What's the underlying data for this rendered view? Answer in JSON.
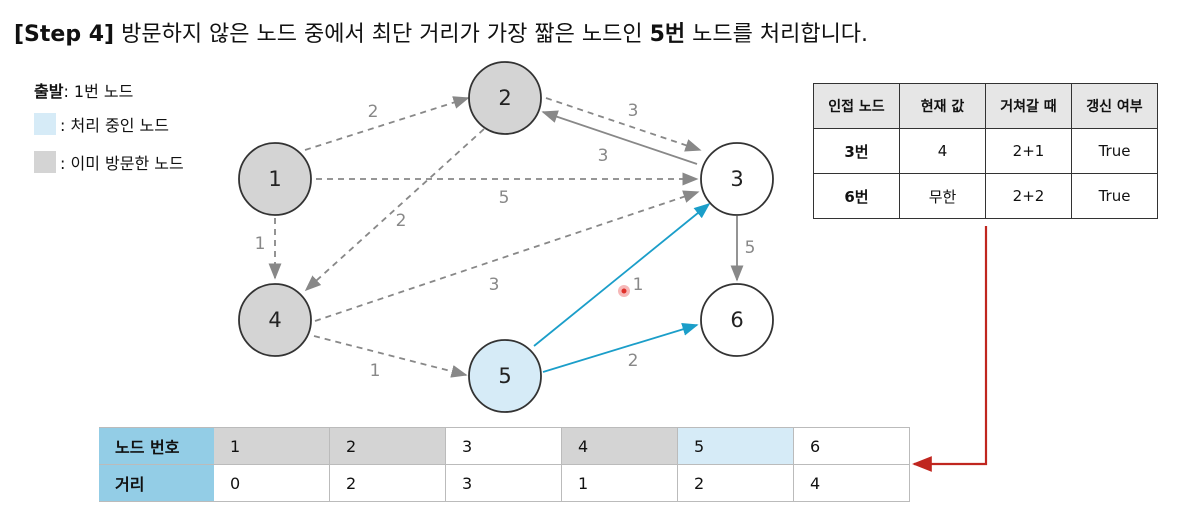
{
  "title": {
    "step": "[Step 4]",
    "text_pre": " 방문하지 않은 노드 중에서 최단 거리가 가장 짧은 노드인 ",
    "highlight": "5번",
    "text_post": " 노드를 처리합니다."
  },
  "legend": {
    "start_bold": "출발",
    "start_rest": ": 1번 노드",
    "processing": ": 처리 중인 노드",
    "visited": ": 이미 방문한 노드"
  },
  "colors": {
    "visited": "#d4d4d4",
    "processing": "#d6ebf7",
    "header": "#93cde6",
    "highlight_edge": "#1b9ec9",
    "arrow_red": "#c0261f"
  },
  "graph": {
    "nodes": [
      {
        "id": "1",
        "state": "visited"
      },
      {
        "id": "2",
        "state": "visited"
      },
      {
        "id": "3",
        "state": "unvisited"
      },
      {
        "id": "4",
        "state": "visited"
      },
      {
        "id": "5",
        "state": "processing"
      },
      {
        "id": "6",
        "state": "unvisited"
      }
    ],
    "edge_weights": {
      "e1_2": "2",
      "e1_3": "5",
      "e1_4": "1",
      "e2_3": "3",
      "e3_2": "3",
      "e2_4": "2",
      "e3_6": "5",
      "e4_3": "3",
      "e4_5": "1",
      "e5_3": "1",
      "e5_6": "2"
    }
  },
  "adjacency_table": {
    "headers": [
      "인접 노드",
      "현재 값",
      "거쳐갈 때",
      "갱신 여부"
    ],
    "rows": [
      [
        "3번",
        "4",
        "2+1",
        "True"
      ],
      [
        "6번",
        "무한",
        "2+2",
        "True"
      ]
    ]
  },
  "distance_table": {
    "row1_label": "노드 번호",
    "row2_label": "거리",
    "nodes": [
      "1",
      "2",
      "3",
      "4",
      "5",
      "6"
    ],
    "distances": [
      "0",
      "2",
      "3",
      "1",
      "2",
      "4"
    ]
  }
}
